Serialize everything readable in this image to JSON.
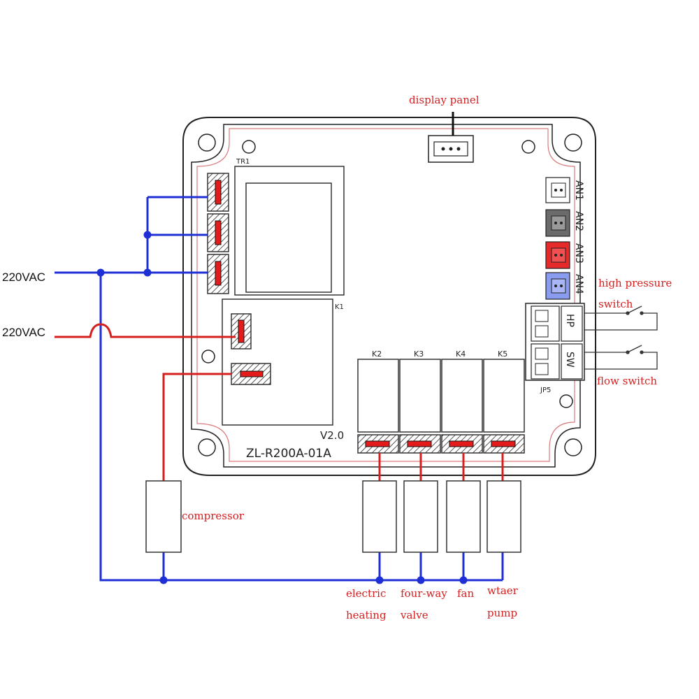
{
  "colors": {
    "live_wire": "#d61f1f",
    "neutral_wire": "#1f2fd6",
    "board_outline": "#222222",
    "board_inner_trace": "#d97a7a",
    "an2_connector": "#6b6b6b",
    "an3_connector": "#e62a2a",
    "an4_connector": "#8a9cf0",
    "label_red": "#d61f1f"
  },
  "supply": {
    "neutral_label": "220VAC",
    "live_label": "220VAC"
  },
  "board": {
    "transformer_label": "TR1",
    "relay_main_label": "K1",
    "version": "V2.0",
    "model": "ZL-R200A-01A",
    "relays": [
      "K2",
      "K3",
      "K4",
      "K5"
    ],
    "connectors": {
      "an1": "AN1",
      "an2": "AN2",
      "an3": "AN3",
      "an4": "AN4",
      "hp": "HP",
      "sw": "SW",
      "jp5": "JP5"
    }
  },
  "labels": {
    "display_panel": "display panel",
    "high_pressure_line1": "high pressure",
    "high_pressure_line2": "switch",
    "flow_switch": "flow switch",
    "compressor": "compressor",
    "electric": "electric",
    "heating": "heating",
    "four_way": "four-way",
    "valve": "valve",
    "fan": "fan",
    "water": "wtaer",
    "pump": "pump"
  }
}
